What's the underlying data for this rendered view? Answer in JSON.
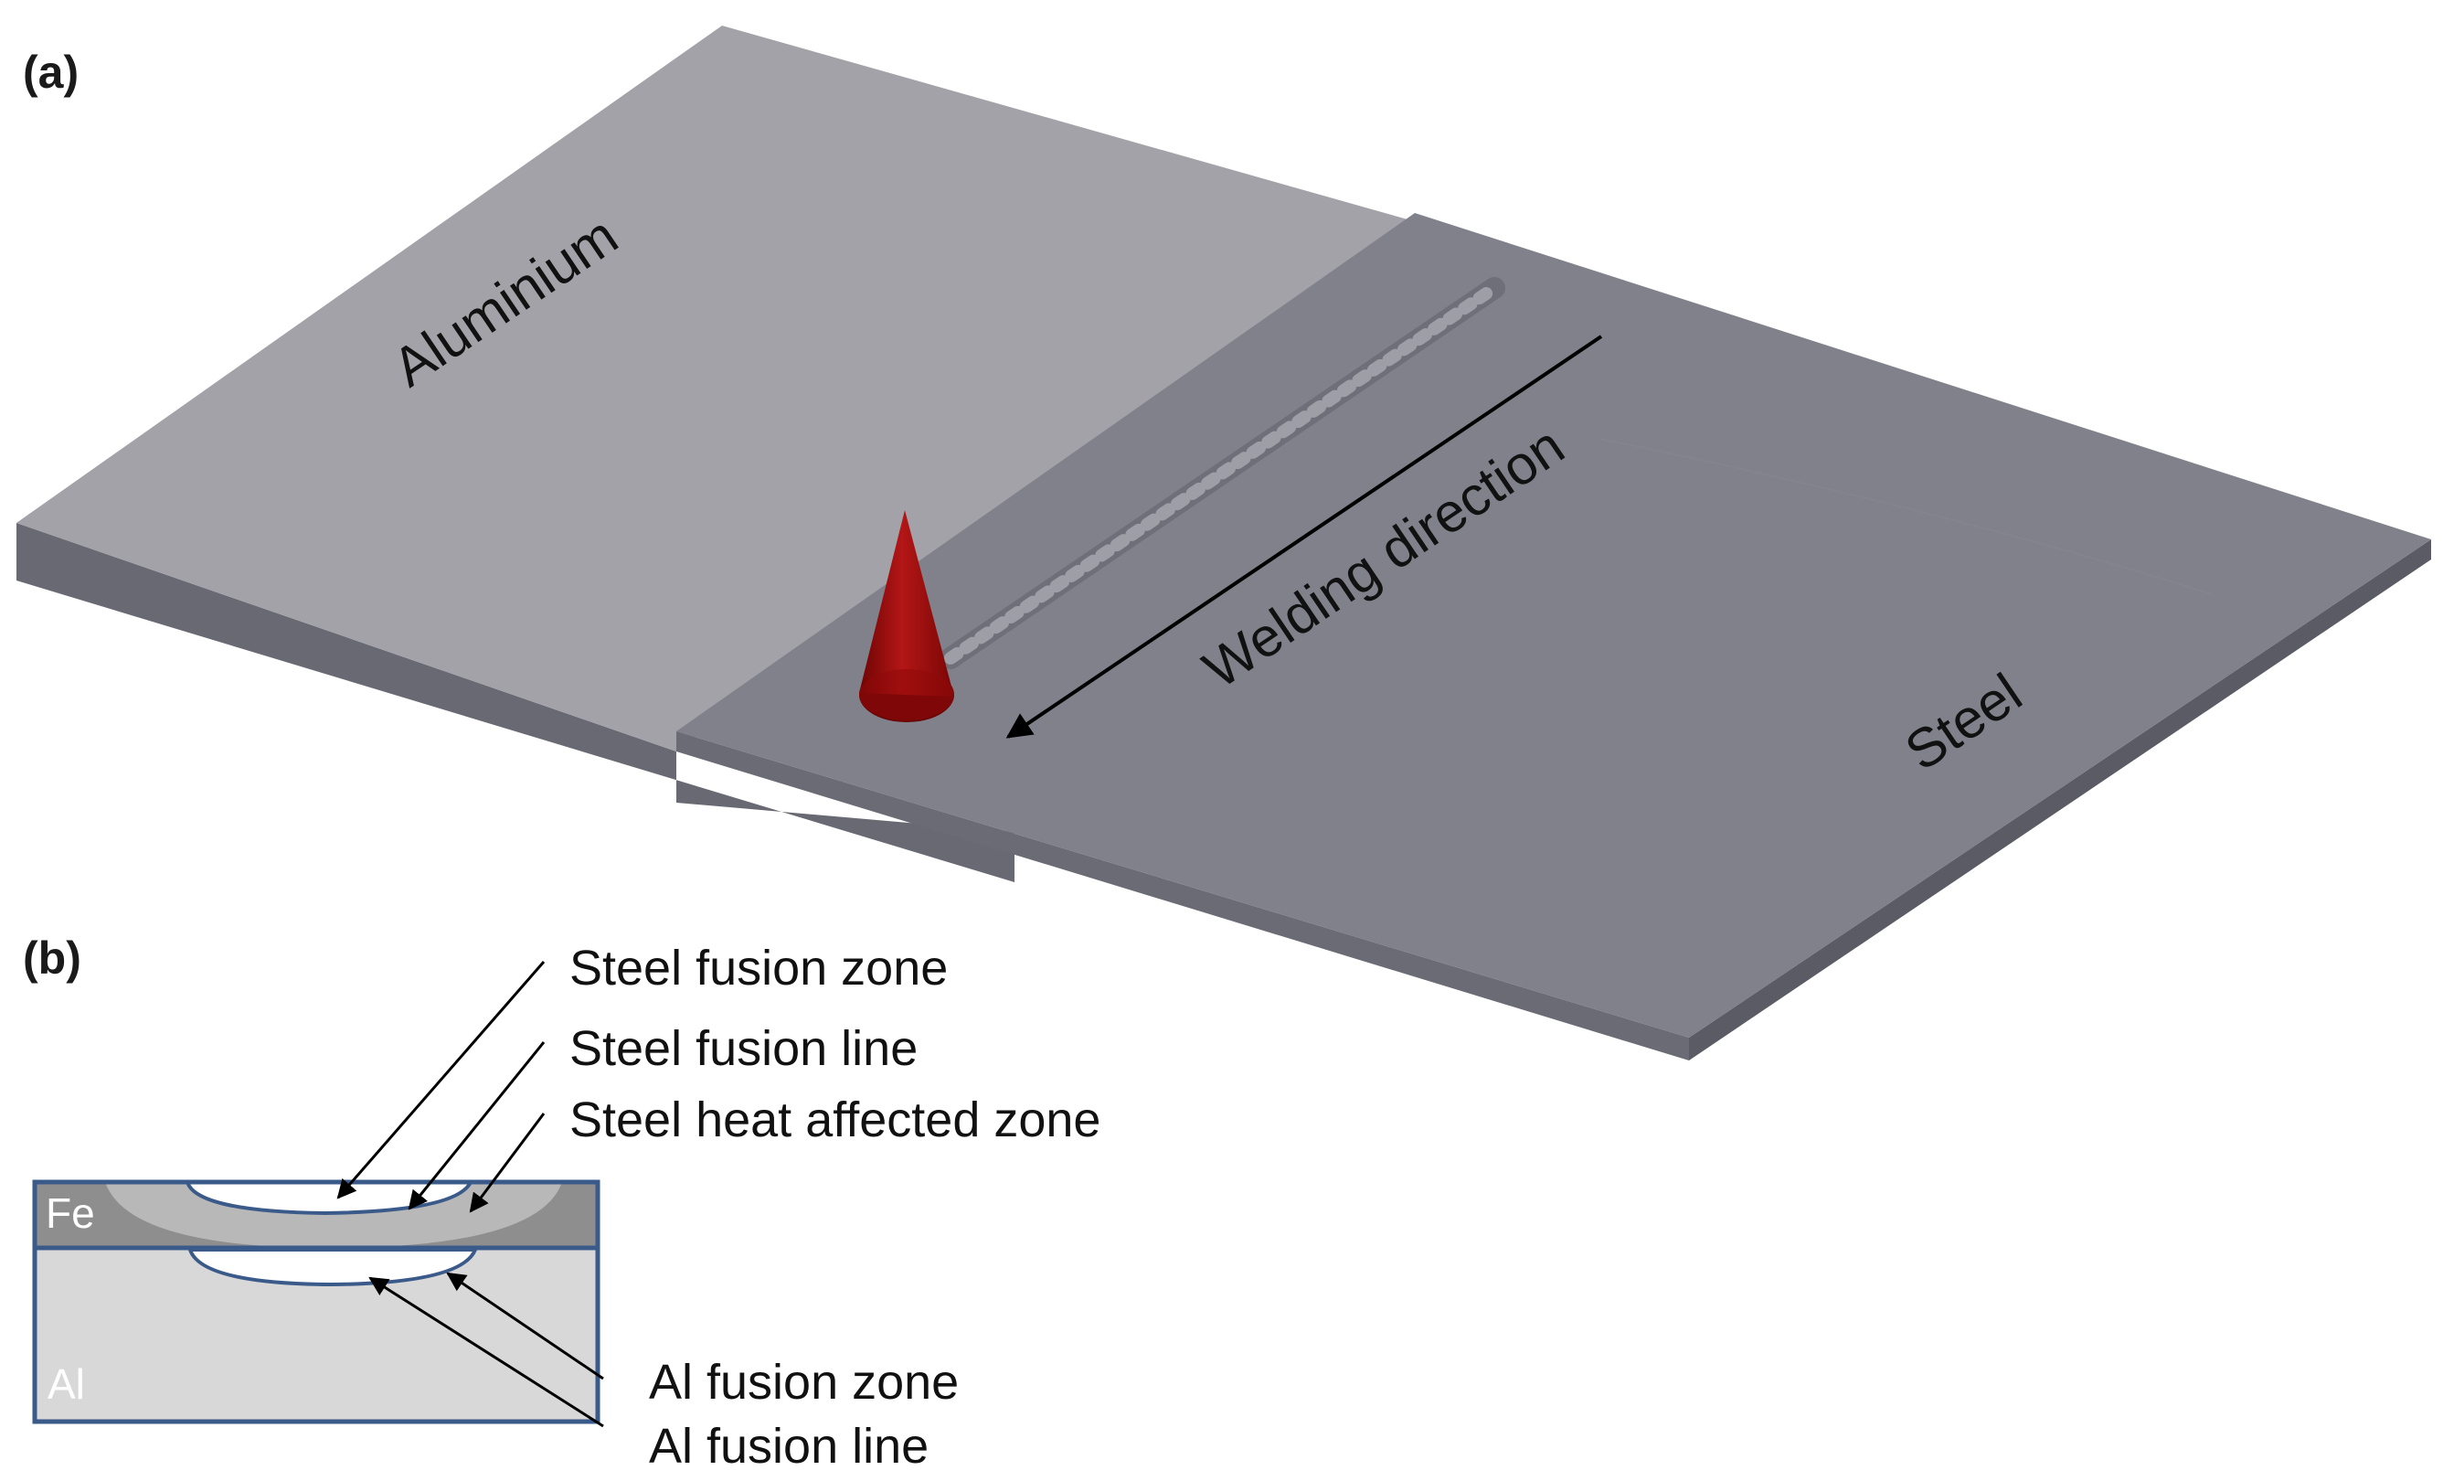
{
  "figure": {
    "panel_a": {
      "label": "(a)",
      "plate_left_label": "Aluminium",
      "plate_right_label": "Steel",
      "direction_label": "Welding direction"
    },
    "panel_b": {
      "label": "(b)",
      "layer_top_label": "Fe",
      "layer_bottom_label": "Al",
      "callouts": {
        "steel_fusion_zone": "Steel fusion zone",
        "steel_fusion_line": "Steel fusion line",
        "steel_haz": "Steel heat affected zone",
        "al_fusion_zone": "Al fusion zone",
        "al_fusion_line": "Al fusion line"
      }
    },
    "colors": {
      "aluminium_top": "#a2a2a8",
      "steel_top": "#80818a",
      "plate_edge": "#5f606a",
      "torch": "#a50f0f",
      "fe_layer": "#8e8e8e",
      "al_layer": "#d8d8d8",
      "outline": "#3a5a8a"
    }
  }
}
